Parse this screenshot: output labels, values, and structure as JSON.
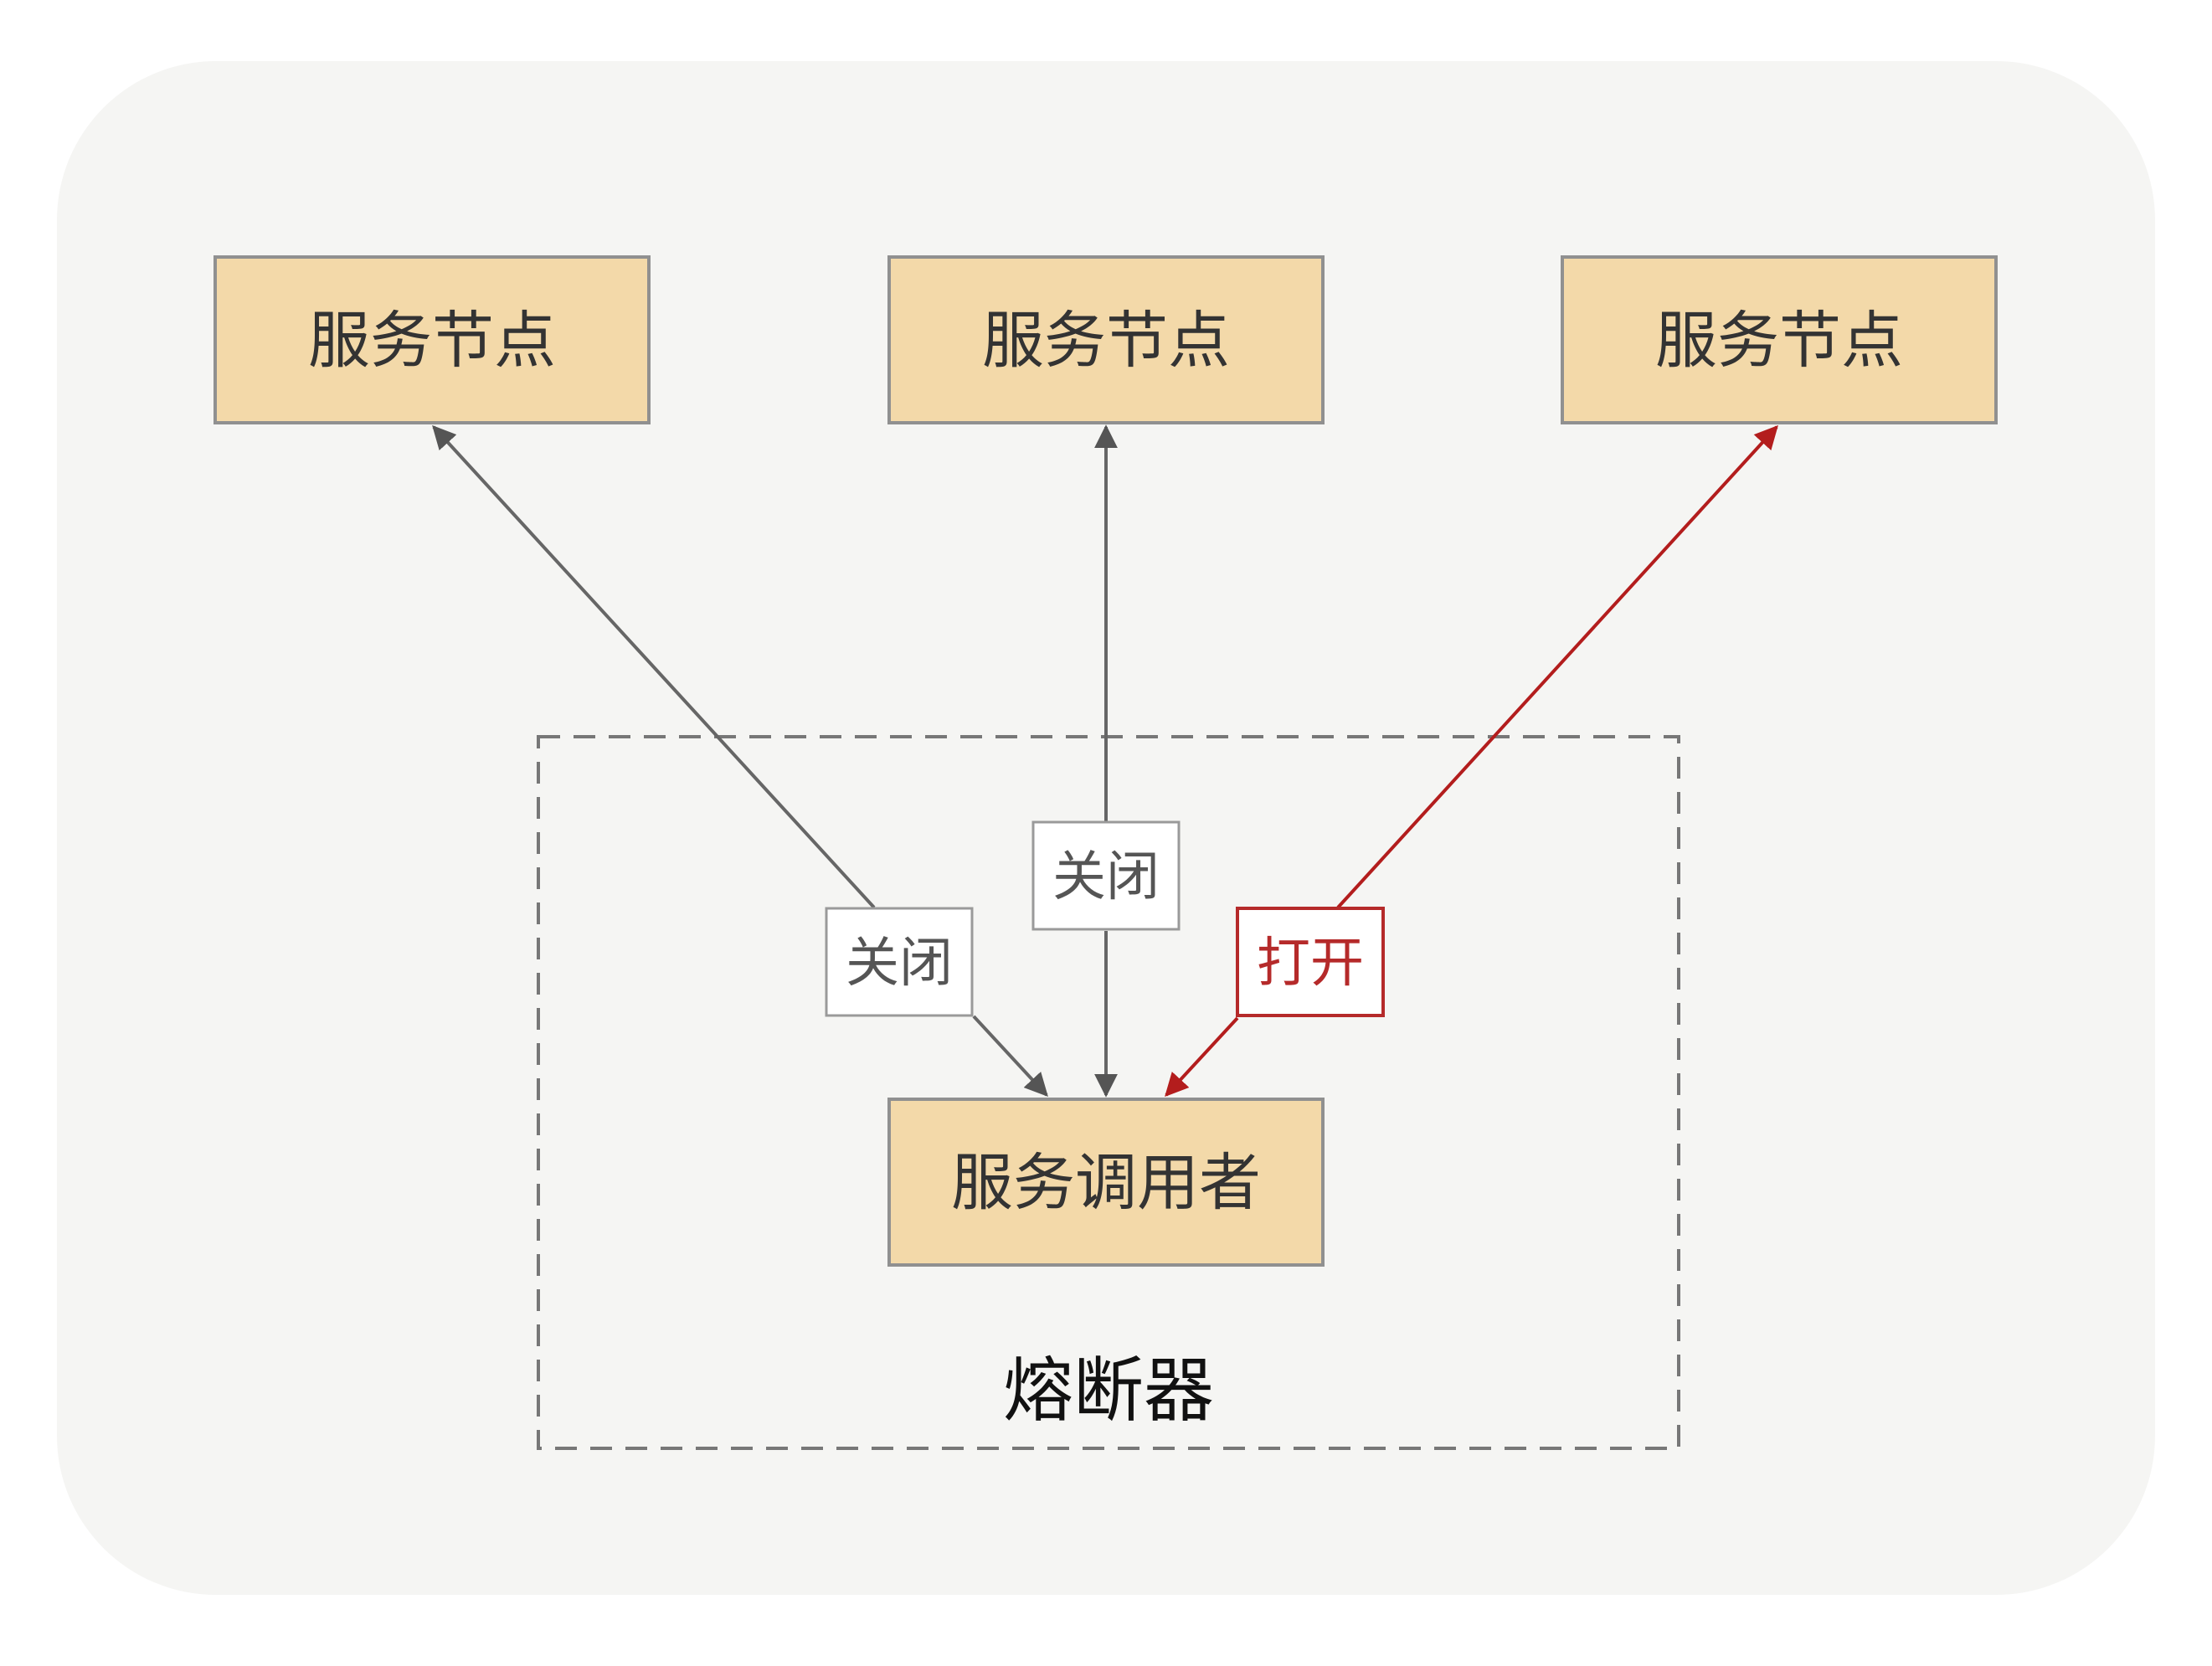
{
  "diagram": {
    "nodes": {
      "service_node_left": "服务节点",
      "service_node_middle": "服务节点",
      "service_node_right": "服务节点",
      "caller": "服务调用者"
    },
    "breaker_label": "熔断器",
    "edge_labels": {
      "left": "关闭",
      "middle": "关闭",
      "right": "打开"
    },
    "colors": {
      "node_fill": "#f3d9a9",
      "closed_line": "#666666",
      "open_line": "#b31d1d",
      "panel_background": "#f5f5f3"
    }
  }
}
